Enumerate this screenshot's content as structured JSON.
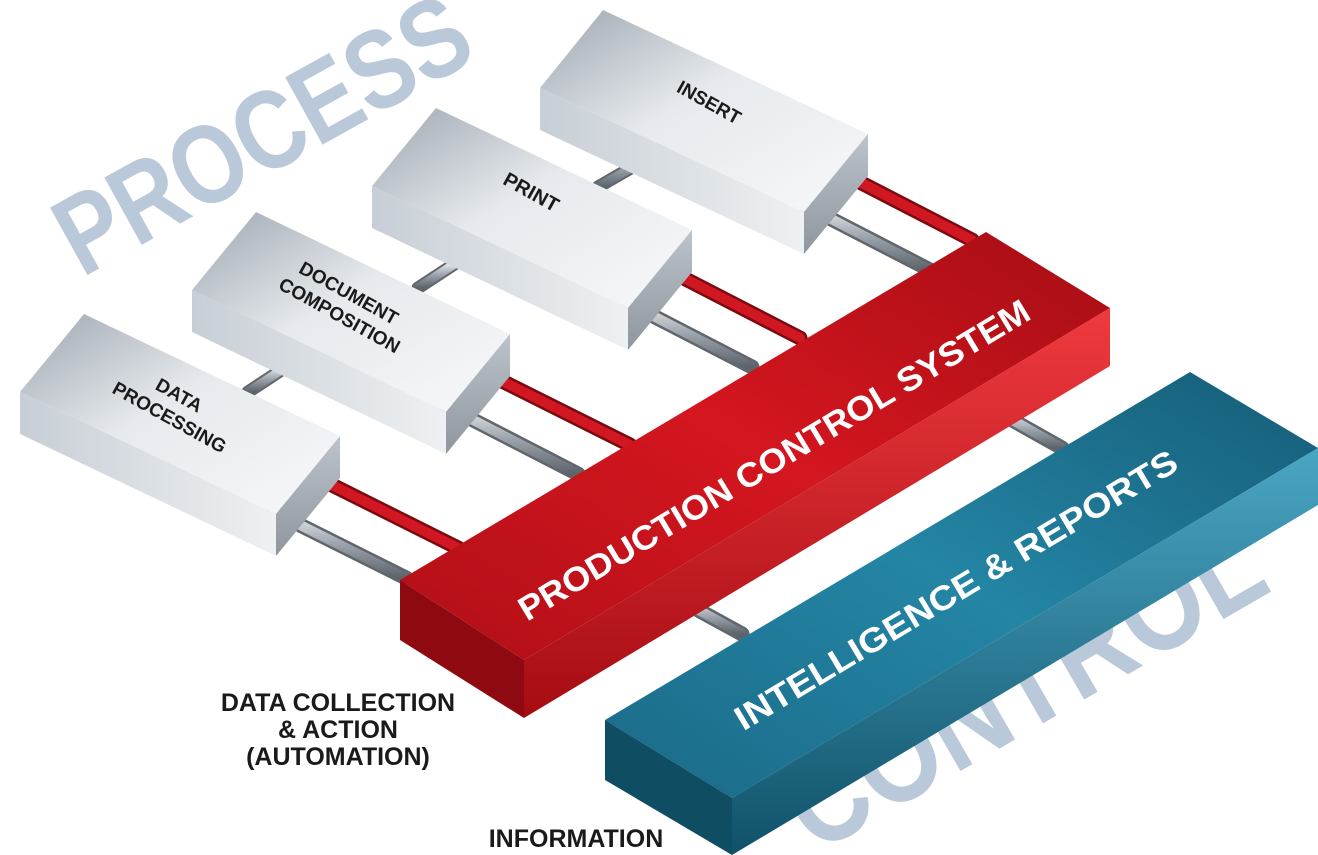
{
  "watermarks": {
    "process": "PROCESS",
    "control": "CONTROL",
    "color": "#b9c9d9"
  },
  "stations": [
    {
      "lines": [
        "DATA",
        "PROCESSING"
      ]
    },
    {
      "lines": [
        "DOCUMENT",
        "COMPOSITION"
      ]
    },
    {
      "lines": [
        "PRINT"
      ]
    },
    {
      "lines": [
        "INSERT"
      ]
    }
  ],
  "pcs": {
    "label": "PRODUCTION CONTROL SYSTEM",
    "color": "#c4121a"
  },
  "ir": {
    "label": "INTELLIGENCE & REPORTS",
    "color": "#1d6f8c"
  },
  "captions": {
    "data_collection": [
      "DATA COLLECTION",
      "& ACTION",
      "(AUTOMATION)"
    ],
    "information": "INFORMATION"
  },
  "colors": {
    "station_body": "#cfd5dc",
    "rod_red": "#d01722",
    "rod_steel": "#9aa1a8"
  }
}
